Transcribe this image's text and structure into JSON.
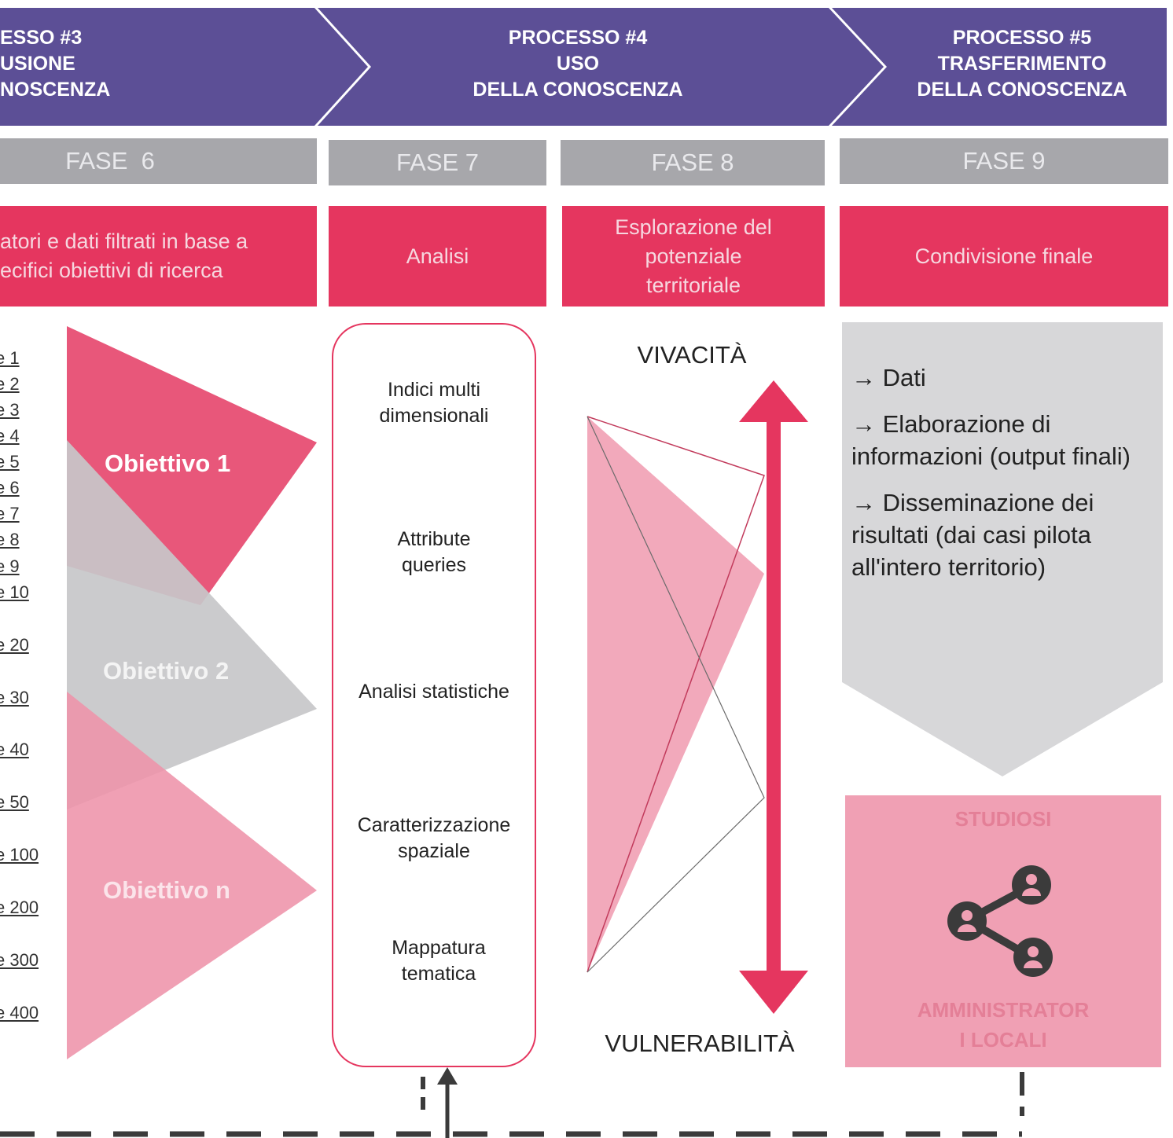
{
  "processes": [
    {
      "lines": [
        "ESSO #3",
        "USIONE",
        "NOSCENZA"
      ]
    },
    {
      "lines": [
        "PROCESSO #4",
        "USO",
        "DELLA CONOSCENZA"
      ]
    },
    {
      "lines": [
        "PROCESSO #5",
        "TRASFERIMENTO",
        "DELLA CONOSCENZA"
      ]
    }
  ],
  "phases": [
    "FASE  6",
    "FASE 7",
    "FASE 8",
    "FASE 9"
  ],
  "steps": [
    {
      "lines": [
        "atori e dati filtrati in base a",
        "ecifici obiettivi di ricerca"
      ]
    },
    {
      "lines": [
        "Analisi"
      ]
    },
    {
      "lines": [
        "Esplorazione del",
        "potenziale",
        "territoriale"
      ]
    },
    {
      "lines": [
        "Condivisione finale"
      ]
    }
  ],
  "variables": [
    "e 1",
    "e 2",
    "e 3",
    "e 4",
    "e 5",
    "e 6",
    "e 7",
    "e 8",
    "e 9",
    "e 10",
    "e 20",
    "e 30",
    "e 40",
    "e 50",
    "e 100",
    "e 200",
    "e 300",
    "e 400"
  ],
  "objectives": [
    "Obiettivo 1",
    "Obiettivo 2",
    "Obiettivo n"
  ],
  "methods": [
    {
      "lines": [
        "Indici multi",
        "dimensionali"
      ]
    },
    {
      "lines": [
        "Attribute",
        "queries"
      ]
    },
    {
      "lines": [
        "Analisi statistiche"
      ]
    },
    {
      "lines": [
        "Caratterizzazione",
        "spaziale"
      ]
    },
    {
      "lines": [
        "Mappatura",
        "tematica"
      ]
    }
  ],
  "exploration": {
    "top": "VIVACITÀ",
    "bottom": "VULNERABILITÀ"
  },
  "sharing": [
    {
      "arrow": "→",
      "text": "Dati"
    },
    {
      "arrow": "→",
      "text": "Elaborazione di informazioni (output finali)"
    },
    {
      "arrow": "→",
      "text": "Disseminazione dei risultati (dai casi pilota all'intero territorio)"
    }
  ],
  "actors": {
    "top": "STUDIOSI",
    "bottom_lines": [
      "AMMINISTRATOR",
      "I LOCALI"
    ],
    "icon": "share-network-icon"
  },
  "colors": {
    "purple": "#5c4f96",
    "pink": "#e5365f",
    "light_pink": "#f0a0b4",
    "gray": "#a7a7ab",
    "light_gray": "#d7d7d9",
    "dark": "#3b3b3b"
  }
}
